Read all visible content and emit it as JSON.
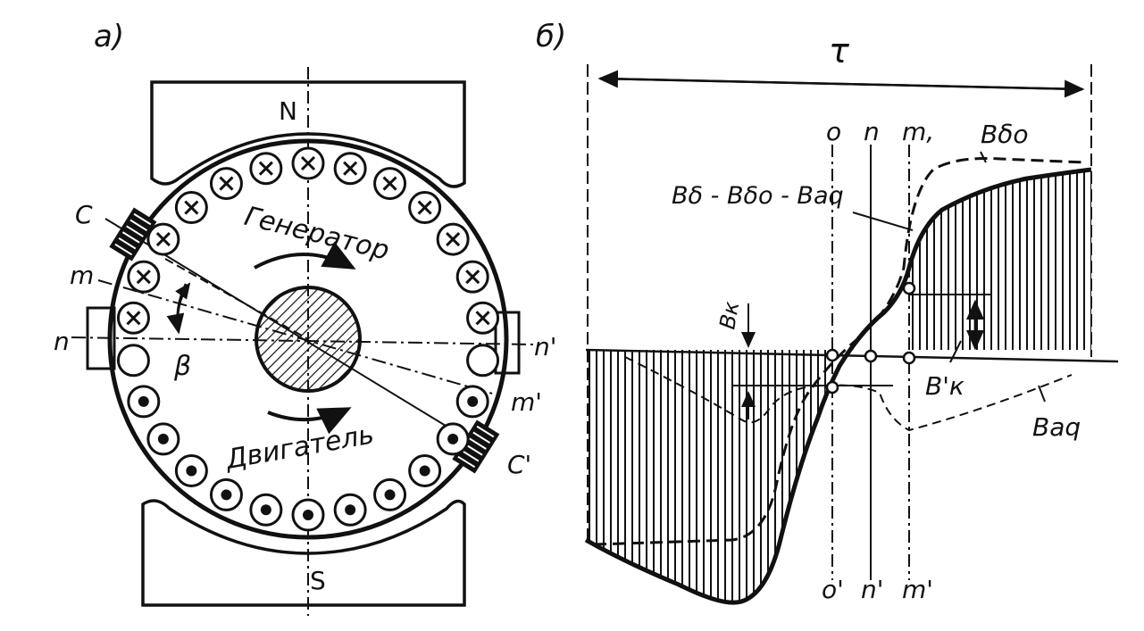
{
  "panel_a": {
    "label": "а)",
    "pole_north": "N",
    "pole_south": "S",
    "generator_label": "Генератор",
    "motor_label": "Двигатель",
    "brush_c": "C",
    "brush_c_prime": "C'",
    "axis_m": "m",
    "axis_n": "n",
    "axis_m_prime": "m'",
    "axis_n_prime": "n'",
    "angle_beta": "β"
  },
  "panel_b": {
    "label": "б)",
    "tau": "τ",
    "line_o": "o",
    "line_n": "n",
    "line_m": "m,",
    "line_o_prime": "o'",
    "line_n_prime": "n'",
    "line_m_prime": "m'",
    "b_delta0": "Bδо",
    "formula": "Bδ - Bδо - Baq",
    "b_k": "Bк",
    "b_k_prime": "B'к",
    "b_aq": "Baq"
  },
  "colors": {
    "ink": "#111111",
    "paper": "#ffffff"
  }
}
